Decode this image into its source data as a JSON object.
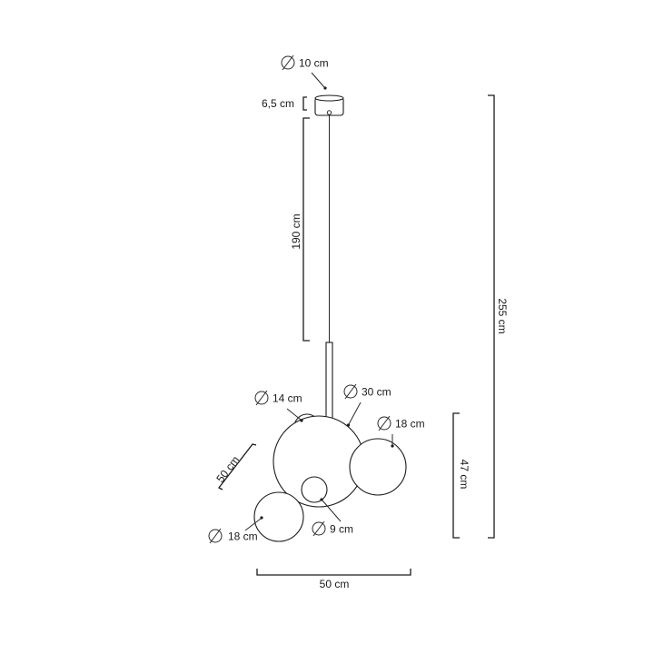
{
  "labels": {
    "canopy_diameter": "10 cm",
    "canopy_height": "6,5 cm",
    "cable_length": "190 cm",
    "total_height": "255 cm",
    "globe_large": "30 cm",
    "globe_medium_left": "14 cm",
    "globe_right": "18 cm",
    "globe_bottom_left": "18 cm",
    "globe_small": "9 cm",
    "body_height": "47 cm",
    "body_width": "50 cm",
    "body_depth": "50 cm"
  },
  "icons": {
    "diameter": "diameter-symbol"
  },
  "colors": {
    "line": "#1a1a1a",
    "background": "#ffffff"
  }
}
